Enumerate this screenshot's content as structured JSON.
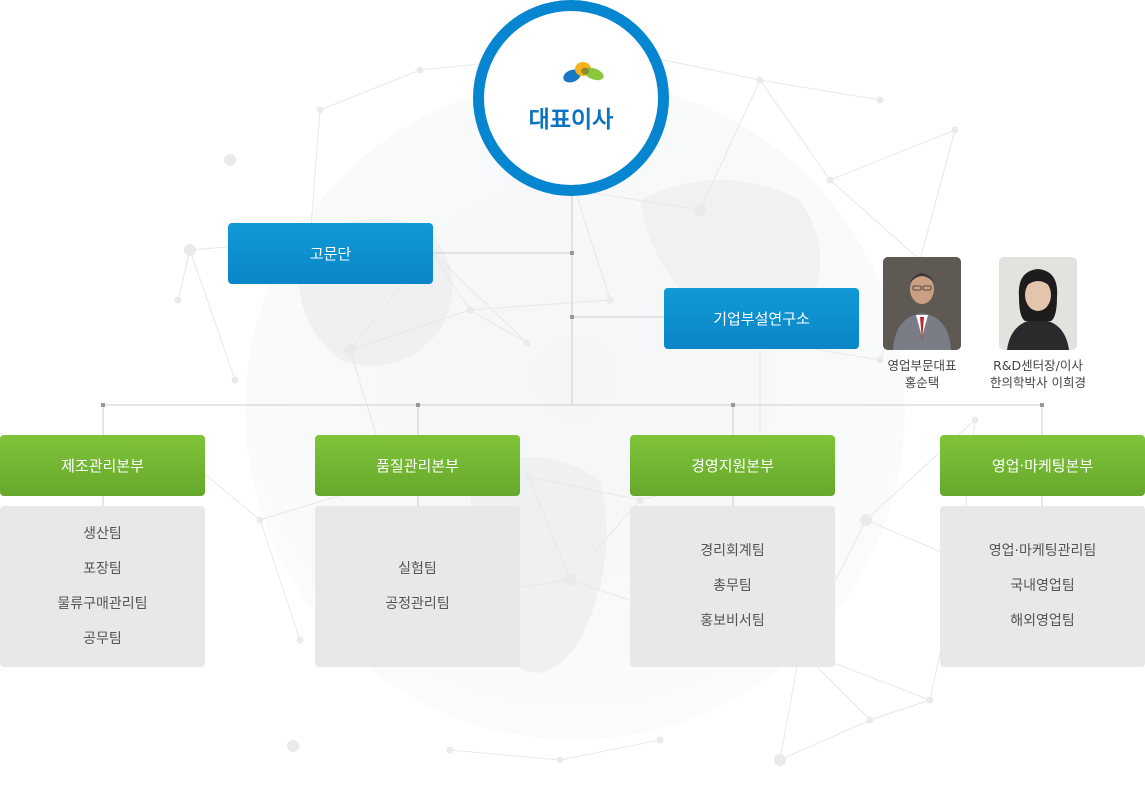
{
  "colors": {
    "ceo_ring": "#0685d0",
    "ceo_text": "#0a72c2",
    "blue_box": "#0a8ecf",
    "green_box": "#72b632",
    "team_box": "#e8e8e8",
    "connector": "#cccccc",
    "logo_blue": "#1a78c2",
    "logo_yellow": "#f6b21b",
    "logo_green": "#8cc63f"
  },
  "ceo": {
    "label": "대표이사",
    "icon": "company-logo-icon"
  },
  "advisory": {
    "label": "고문단"
  },
  "lab": {
    "label": "기업부설연구소"
  },
  "people": [
    {
      "line1": "영업부문대표",
      "line2": "홍순택"
    },
    {
      "line1": "R&D센터장/이사",
      "line2": "한의학박사 이희경"
    }
  ],
  "divisions": [
    {
      "name": "제조관리본부",
      "teams": [
        "생산팀",
        "포장팀",
        "물류구매관리팀",
        "공무팀"
      ]
    },
    {
      "name": "품질관리본부",
      "teams": [
        "실험팀",
        "공정관리팀"
      ]
    },
    {
      "name": "경영지원본부",
      "teams": [
        "경리회계팀",
        "총무팀",
        "홍보비서팀"
      ]
    },
    {
      "name": "영업·마케팅본부",
      "teams": [
        "영업·마케팅관리팀",
        "국내영업팀",
        "해외영업팀"
      ]
    }
  ]
}
